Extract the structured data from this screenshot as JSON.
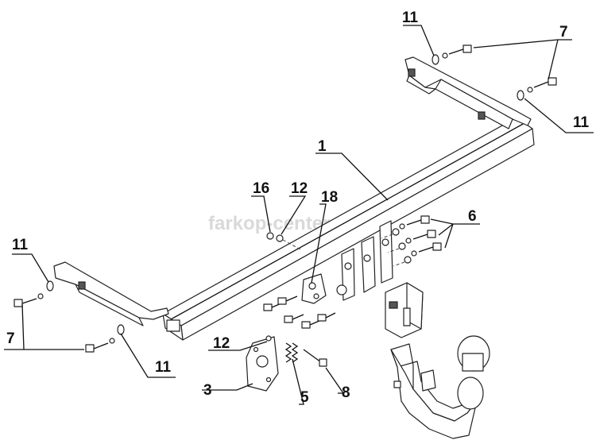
{
  "watermark": "farkop-center.ru",
  "callouts": [
    {
      "text": "1"
    },
    {
      "text": "3"
    },
    {
      "text": "5"
    },
    {
      "text": "6"
    },
    {
      "text": "7"
    },
    {
      "text": "7"
    },
    {
      "text": "8"
    },
    {
      "text": "11"
    },
    {
      "text": "11"
    },
    {
      "text": "11"
    },
    {
      "text": "11"
    },
    {
      "text": "12"
    },
    {
      "text": "12"
    },
    {
      "text": "16"
    },
    {
      "text": "18"
    }
  ]
}
